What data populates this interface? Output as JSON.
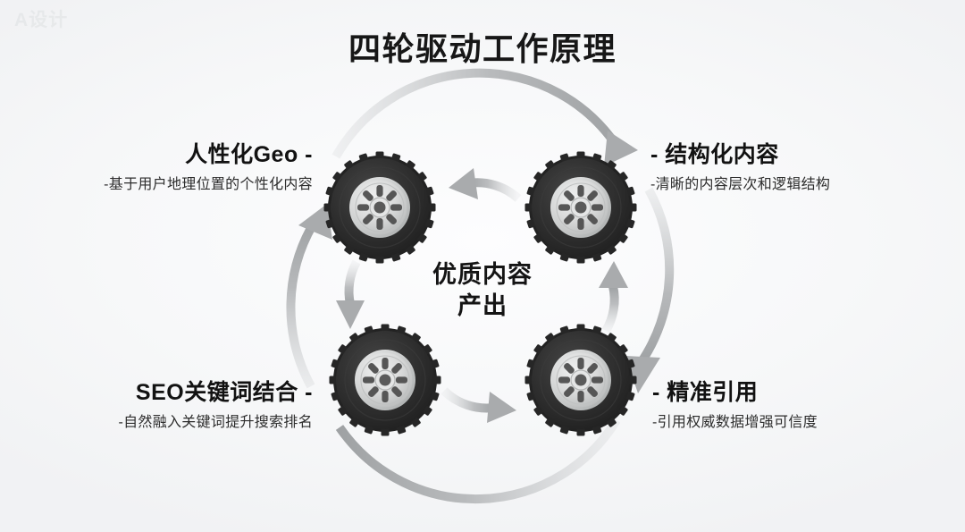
{
  "slide": {
    "title": "四轮驱动工作原理",
    "watermark": "A设计"
  },
  "center": {
    "line1": "优质内容",
    "line2": "产出"
  },
  "quadrants": [
    {
      "id": "top-left",
      "head": "人性化Geo -",
      "sub": "-基于用户地理位置的个性化内容",
      "icon": "tire-icon"
    },
    {
      "id": "top-right",
      "head": "- 结构化内容",
      "sub": "-清晰的内容层次和逻辑结构",
      "icon": "tire-icon"
    },
    {
      "id": "bottom-left",
      "head": "SEO关键词结合 -",
      "sub": "-自然融入关键词提升搜索排名",
      "icon": "tire-icon"
    },
    {
      "id": "bottom-right",
      "head": "- 精准引用",
      "sub": "-引用权威数据增强可信度",
      "icon": "tire-icon"
    }
  ],
  "colors": {
    "background": "#f5f6f7",
    "title_text": "#171717",
    "body_text": "#2d2d2d",
    "tire_rubber": "#2b2b2b",
    "tire_rim": "#d6d7d8",
    "arrow_gray": "#a9abad"
  },
  "flow": {
    "outer_ring_direction": "clockwise",
    "inner_arrows": [
      {
        "name": "top-inner-arrow",
        "direction": "left"
      },
      {
        "name": "right-inner-arrow",
        "direction": "up"
      },
      {
        "name": "bottom-inner-arrow",
        "direction": "right"
      },
      {
        "name": "left-inner-arrow",
        "direction": "down"
      }
    ]
  }
}
